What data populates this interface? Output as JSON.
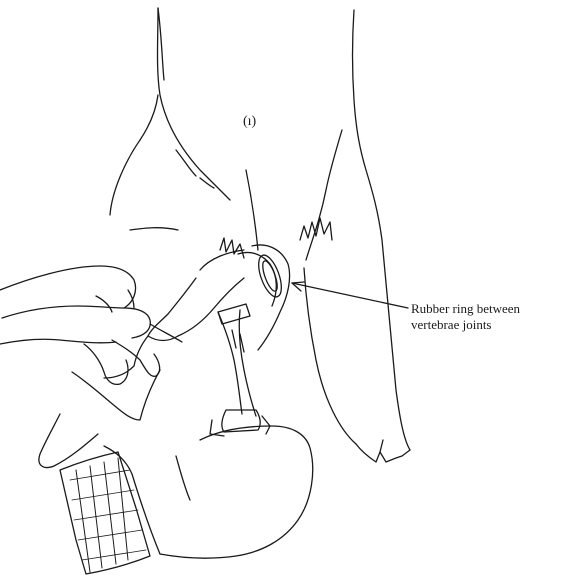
{
  "figure": {
    "panel_number": "(ı)",
    "callout": {
      "line1": "Rubber ring between",
      "line2": "vertebrae joints"
    },
    "colors": {
      "ink": "#1a1a1a",
      "paper": "#ffffff"
    }
  }
}
